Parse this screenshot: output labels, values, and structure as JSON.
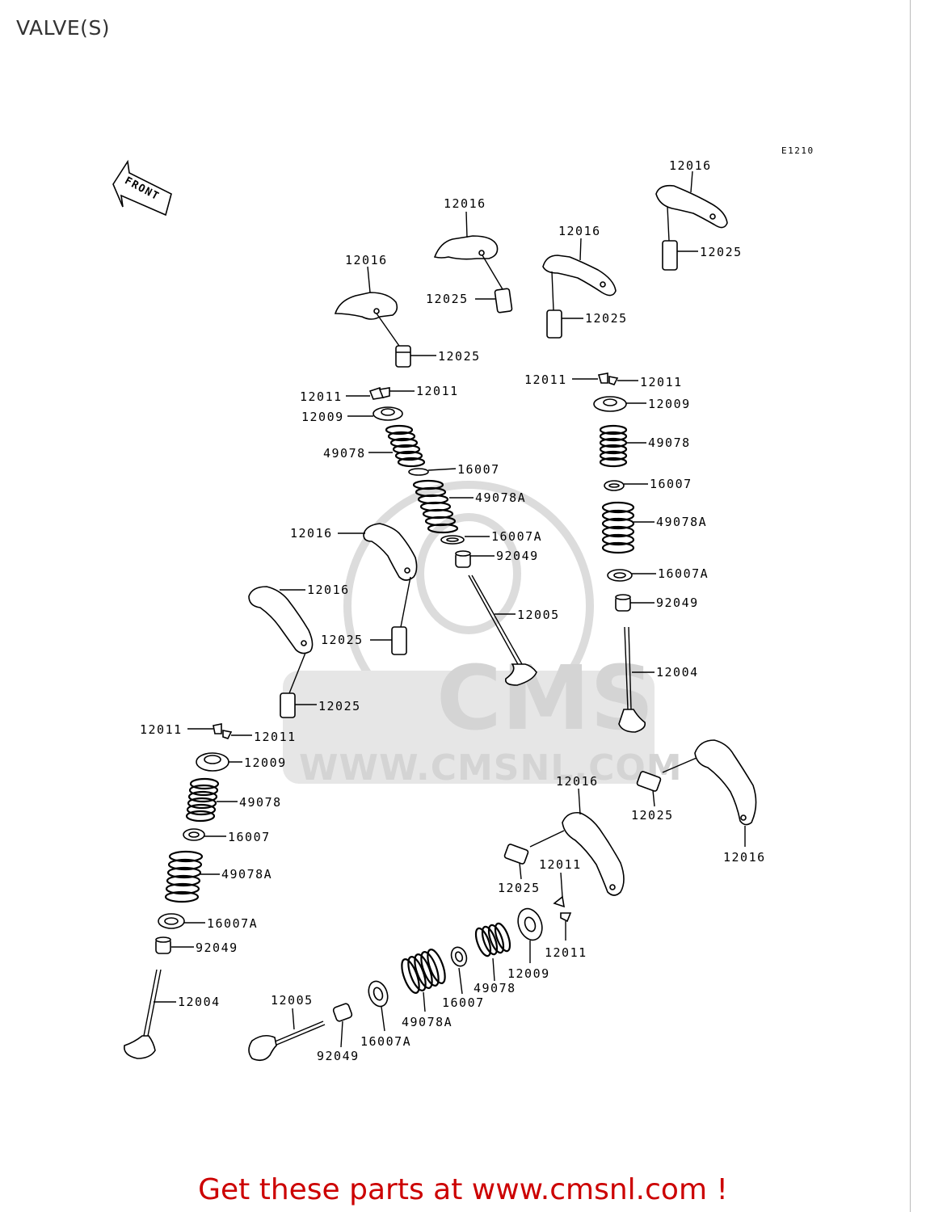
{
  "page": {
    "title": "VALVE(S)",
    "diagram_code": "E1210",
    "front_marker": "FRONT",
    "footer": "Get these parts at www.cmsnl.com !"
  },
  "watermark": {
    "brand": "CMS",
    "url": "WWW.CMSNL.COM"
  },
  "parts": {
    "p12016": "12016",
    "p12025": "12025",
    "p12011": "12011",
    "p12009": "12009",
    "p49078": "49078",
    "p16007": "16007",
    "p49078A": "49078A",
    "p16007A": "16007A",
    "p92049": "92049",
    "p12005": "12005",
    "p12004": "12004"
  },
  "colors": {
    "footer": "#cc0000",
    "watermark": "#d4d4d4"
  }
}
